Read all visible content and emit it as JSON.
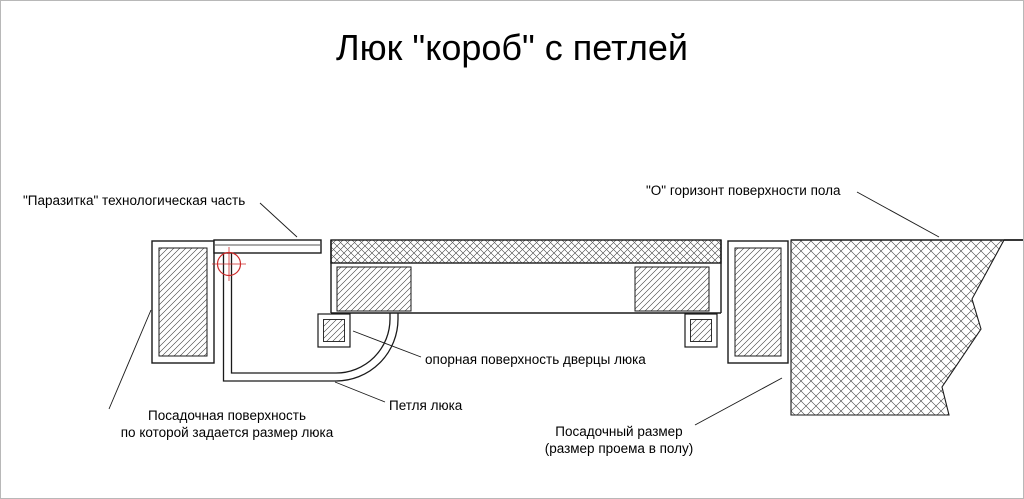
{
  "title": "Люк \"короб\" с петлей",
  "labels": {
    "parazitka": "\"Паразитка\" технологическая часть",
    "horizon": "\"О\" горизонт поверхности пола",
    "support_surface": "опорная поверхность дверцы люка",
    "hinge": "Петля люка",
    "seating_surface_line1": "Посадочная поверхность",
    "seating_surface_line2": "по которой задается размер люка",
    "seat_size_line1": "Посадочный размер",
    "seat_size_line2": "(размер проема в полу)"
  },
  "colors": {
    "line": "#1a1a1a",
    "hinge_marker": "#cc2a2a",
    "background": "#ffffff"
  }
}
